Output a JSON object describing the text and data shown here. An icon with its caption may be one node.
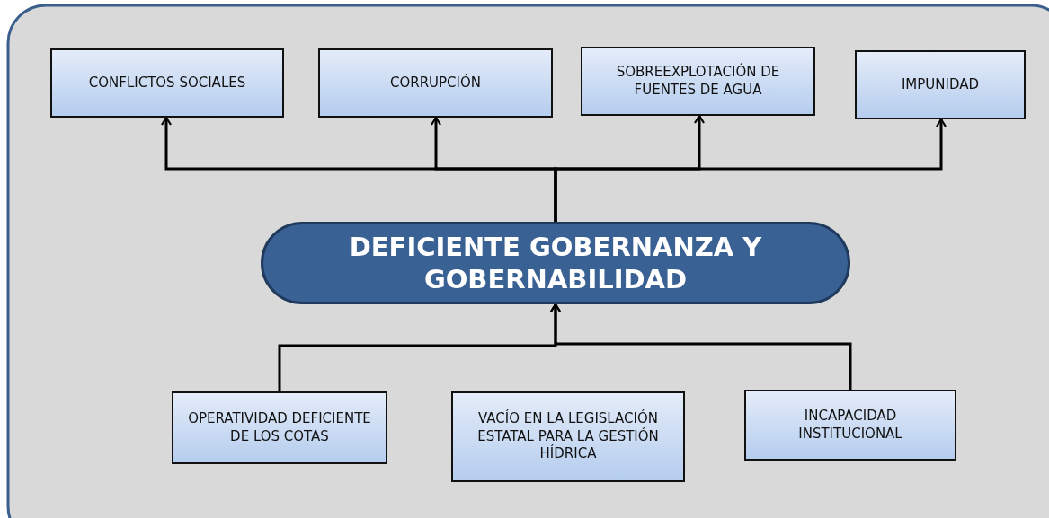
{
  "diagram": {
    "nodes": [
      {
        "text": [
          "CONFLICTOS SOCIALES"
        ]
      },
      {
        "text": [
          "CORRUPCIÓN"
        ]
      },
      {
        "text": [
          "SOBREEXPLOTACIÓN DE FUENTES DE AGUA"
        ]
      },
      {
        "text": [
          "IMPUNIDAD"
        ]
      },
      {
        "text": [
          "DEFICIENTE GOBERNANZA Y GOBERNABILIDAD"
        ]
      },
      {
        "text": [
          "OPERATIVIDAD DEFICIENTE DE LOS COTAS"
        ]
      },
      {
        "text": [
          "VACÍO EN LA LEGISLACIÓN ESTATAL PARA LA GESTIÓN HÍDRICA"
        ]
      },
      {
        "text": [
          "INCAPACIDAD INSTITUCIONAL"
        ]
      }
    ],
    "edges": [
      {
        "from": 4,
        "to": 0,
        "arrow": "to"
      },
      {
        "from": 4,
        "to": 1,
        "arrow": "to"
      },
      {
        "from": 4,
        "to": 2,
        "arrow": "to"
      },
      {
        "from": 4,
        "to": 3,
        "arrow": "to"
      },
      {
        "from": 5,
        "to": 4,
        "arrow": "to"
      },
      {
        "from": 7,
        "to": 4,
        "arrow": "to"
      }
    ]
  }
}
